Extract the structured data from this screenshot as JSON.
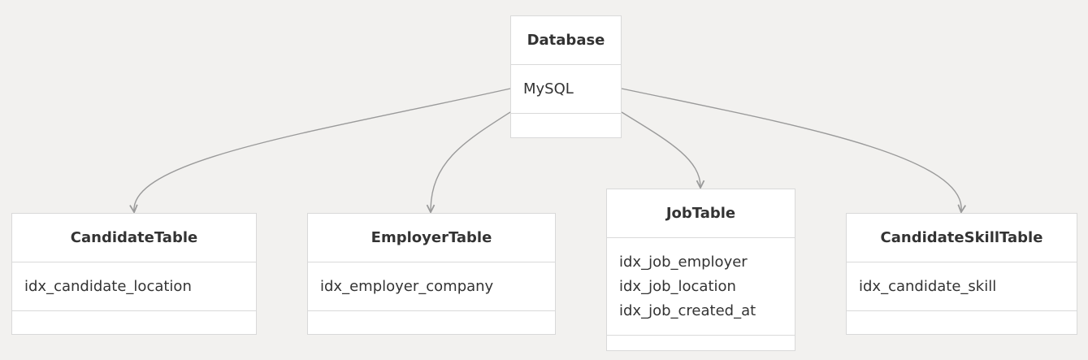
{
  "colors": {
    "background": "#f2f1ef",
    "box_fill": "#ffffff",
    "box_border": "#d9d9d9",
    "edge": "#9a9a9a",
    "text": "#333333"
  },
  "nodes": {
    "database": {
      "title": "Database",
      "attributes": [
        "MySQL"
      ]
    },
    "candidate": {
      "title": "CandidateTable",
      "attributes": [
        "idx_candidate_location"
      ]
    },
    "employer": {
      "title": "EmployerTable",
      "attributes": [
        "idx_employer_company"
      ]
    },
    "job": {
      "title": "JobTable",
      "attributes": [
        "idx_job_employer",
        "idx_job_location",
        "idx_job_created_at"
      ]
    },
    "skill": {
      "title": "CandidateSkillTable",
      "attributes": [
        "idx_candidate_skill"
      ]
    }
  },
  "edges": [
    {
      "from": "database",
      "to": "candidate"
    },
    {
      "from": "database",
      "to": "employer"
    },
    {
      "from": "database",
      "to": "job"
    },
    {
      "from": "database",
      "to": "skill"
    }
  ]
}
